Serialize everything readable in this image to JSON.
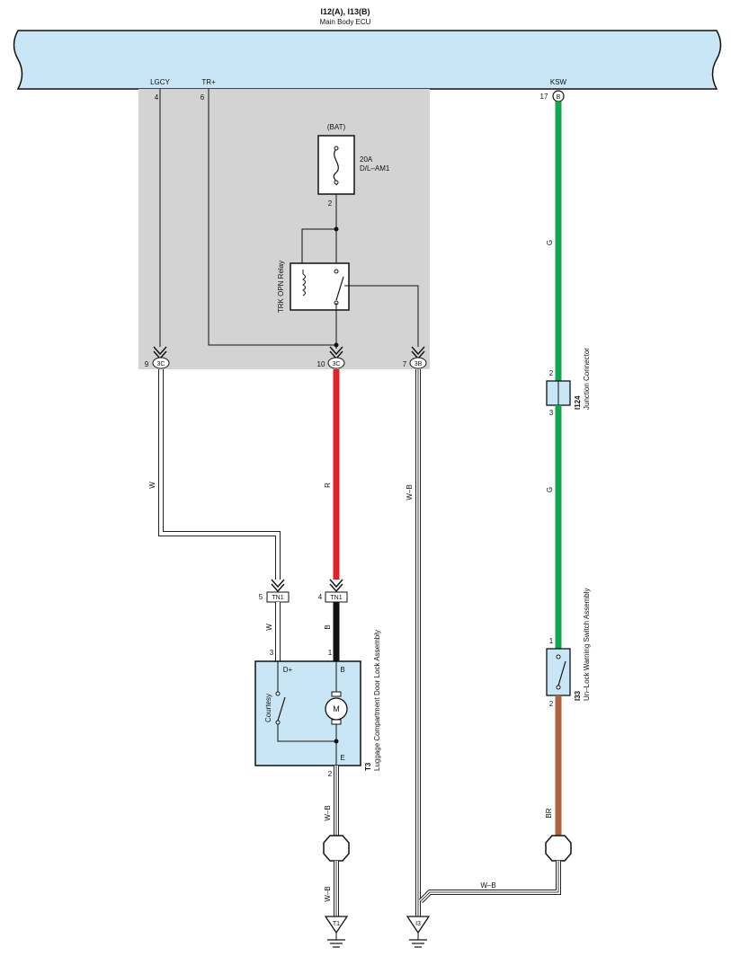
{
  "ecu": {
    "title": "I12(A), I13(B)",
    "name": "Main Body ECU",
    "fill_color": "#c8e6f5",
    "pins": {
      "lgcy": {
        "label": "LGCY",
        "num": "4"
      },
      "trp": {
        "label": "TR+",
        "num": "6"
      },
      "ksw": {
        "label": "KSW",
        "num": "17",
        "connector": "B"
      }
    }
  },
  "fuse": {
    "source": "(BAT)",
    "rating": "20A",
    "name": "D/L–AM1",
    "pin": "2"
  },
  "relay": {
    "name": "TRK OPN Relay"
  },
  "connectors_bottom": [
    {
      "num": "9",
      "code": "3C"
    },
    {
      "num": "10",
      "code": "3C"
    },
    {
      "num": "7",
      "code": "3B"
    }
  ],
  "wires": {
    "w_upper": "W",
    "r_upper": "R",
    "wb_long": "W–B",
    "g_upper": "G",
    "g_lower": "G",
    "w_lower": "W",
    "b_lower": "B",
    "br": "BR",
    "wb_t3": "W–B",
    "wb_t1": "W–B",
    "wb_horizontal": "W–B"
  },
  "colors": {
    "gray_area": "#d3d3d3",
    "green": "#0fa84d",
    "red": "#e32026",
    "black": "#111111",
    "brown": "#b0643e",
    "blue_fill": "#c8e6f5"
  },
  "tn1": [
    {
      "num": "5",
      "code": "TN1"
    },
    {
      "num": "4",
      "code": "TN1"
    }
  ],
  "t3": {
    "id": "T3",
    "name": "Luggage Compartment Door Lock Assembly",
    "pin_left": "3",
    "pin_right": "1",
    "pin_bottom": "2",
    "dplus": "D+",
    "b": "B",
    "e": "E",
    "courtesy": "Courtesy",
    "motor": "M"
  },
  "junction": {
    "id": "I124",
    "name": "Junction Connector",
    "pin_top": "2",
    "pin_bottom": "3"
  },
  "i33": {
    "id": "I33",
    "name": "Un–Lock Warning Switch Assembly",
    "pin_top": "1",
    "pin_bottom": "2"
  },
  "grounds": {
    "t1": "T1",
    "i3": "I3"
  }
}
